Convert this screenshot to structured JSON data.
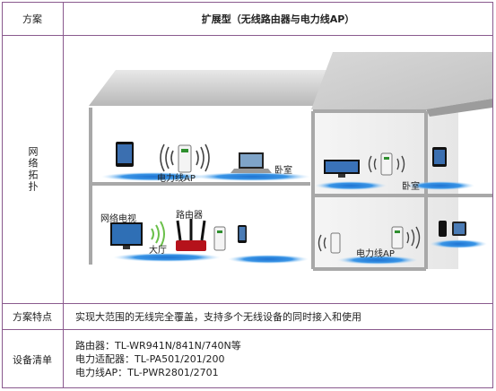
{
  "table": {
    "header_left": "方案",
    "header_right": "扩展型（无线路由器与电力线AP）",
    "row_topology_label": "网络拓扑",
    "row_features_label": "方案特点",
    "row_features_text": "实现大范围的无线完全覆盖，支持多个无线设备的同时接入和使用",
    "row_devices_label": "设备清单",
    "devices": [
      "路由器：TL-WR941N/841N/740N等",
      "电力适配器：TL-PA501/201/200",
      "电力线AP：TL-PWR2801/2701"
    ]
  },
  "diagram": {
    "labels": {
      "powerline_ap_1": "电力线AP",
      "bedroom_1": "卧室",
      "bedroom_2": "卧室",
      "network_tv": "网络电视",
      "router": "路由器",
      "hall": "大厅",
      "powerline_ap_2": "电力线AP"
    }
  }
}
